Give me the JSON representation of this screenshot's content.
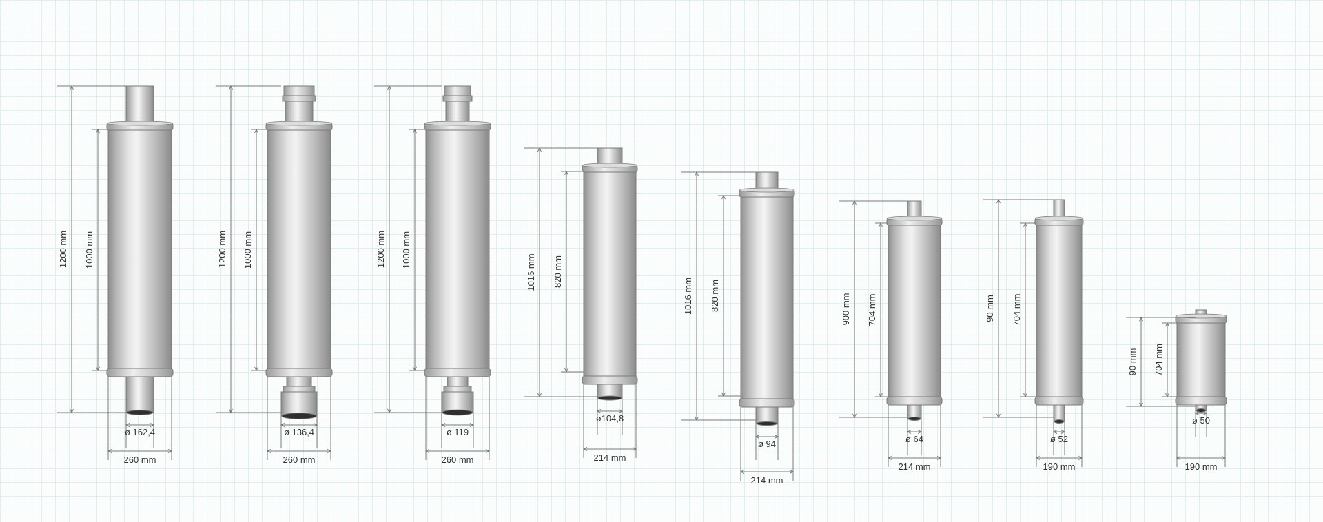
{
  "units": [
    {
      "overall": "1200 mm",
      "body": "1000 mm",
      "outlet": "ø 162,4",
      "width": "260 mm",
      "nozzle": "plain"
    },
    {
      "overall": "1200 mm",
      "body": "1000 mm",
      "outlet": "ø 136,4",
      "width": "260 mm",
      "nozzle": "stepped"
    },
    {
      "overall": "1200 mm",
      "body": "1000 mm",
      "outlet": "ø 119",
      "width": "260 mm",
      "nozzle": "stepped"
    },
    {
      "overall": "1016 mm",
      "body": "820 mm",
      "outlet": "ø104,8",
      "width": "214 mm",
      "nozzle": "plain"
    },
    {
      "overall": "1016 mm",
      "body": "820 mm",
      "outlet": "ø 94",
      "width": "214 mm",
      "nozzle": "plain"
    },
    {
      "overall": "900 mm",
      "body": "704 mm",
      "outlet": "ø 64",
      "width": "214 mm",
      "nozzle": "plain"
    },
    {
      "overall": "90 mm",
      "body": "704 mm",
      "outlet": "ø 52",
      "width": "190 mm",
      "nozzle": "plain"
    },
    {
      "overall": "90 mm",
      "body": "704 mm",
      "outlet": "ø 50",
      "width": "190 mm",
      "nozzle": "plain"
    }
  ],
  "colors": {
    "metal_dark": "#8a8a8a",
    "metal_light": "#e9e9e9",
    "outline": "#7b7b7b",
    "dimension": "#7a7a7a",
    "text": "#333333"
  }
}
